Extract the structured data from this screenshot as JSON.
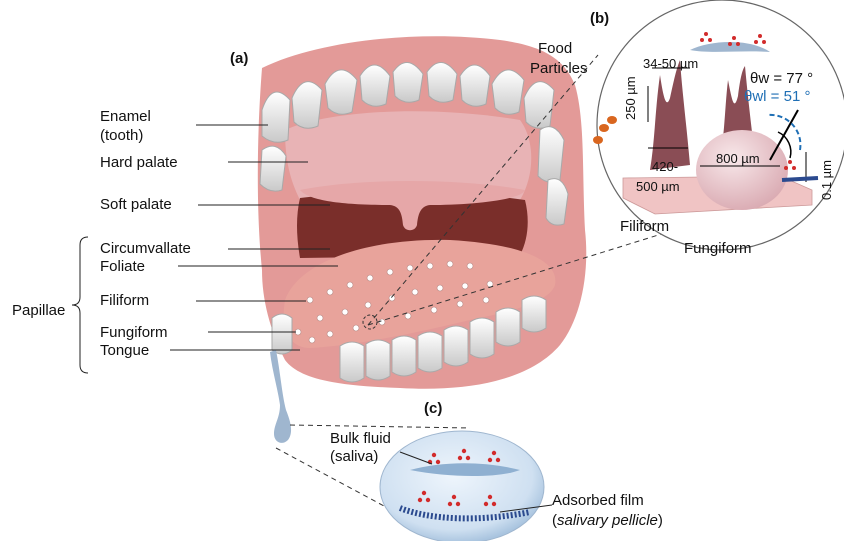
{
  "panels": {
    "a": "(a)",
    "b": "(b)",
    "c": "(c)"
  },
  "labels": {
    "enamel_1": "Enamel",
    "enamel_2": "(tooth)",
    "hard_palate": "Hard palate",
    "soft_palate": "Soft palate",
    "circumvallate": "Circumvallate",
    "foliate": "Foliate",
    "papillae": "Papillae",
    "filiform": "Filiform",
    "fungiform": "Fungiform",
    "tongue": "Tongue",
    "food_1": "Food",
    "food_2": "Particles",
    "dim_34_50": "34-50 µm",
    "dim_250": "250 µm",
    "dim_420": "420-",
    "dim_500": "500 µm",
    "dim_800": "800 µm",
    "dim_01": "0.1 µm",
    "theta_w": "θw = 77 °",
    "theta_wl": "θwl = 51 °",
    "inset_filiform": "Filiform",
    "inset_fungiform": "Fungiform",
    "bulk_fluid_1": "Bulk fluid",
    "bulk_fluid_2": "(saliva)",
    "adsorbed_1": "Adsorbed film",
    "adsorbed_2": "salivary pellicle"
  },
  "colors": {
    "gum": "#e39a98",
    "gum_dark": "#c77575",
    "throat": "#7a2e2a",
    "tongue": "#e8a39b",
    "tooth": "#f1f1f1",
    "saliva": "#9fb6cf",
    "accent_blue": "#1f6fb5",
    "molecule_red": "#d22b2b",
    "pellicle_blue": "#2b4a8f"
  }
}
